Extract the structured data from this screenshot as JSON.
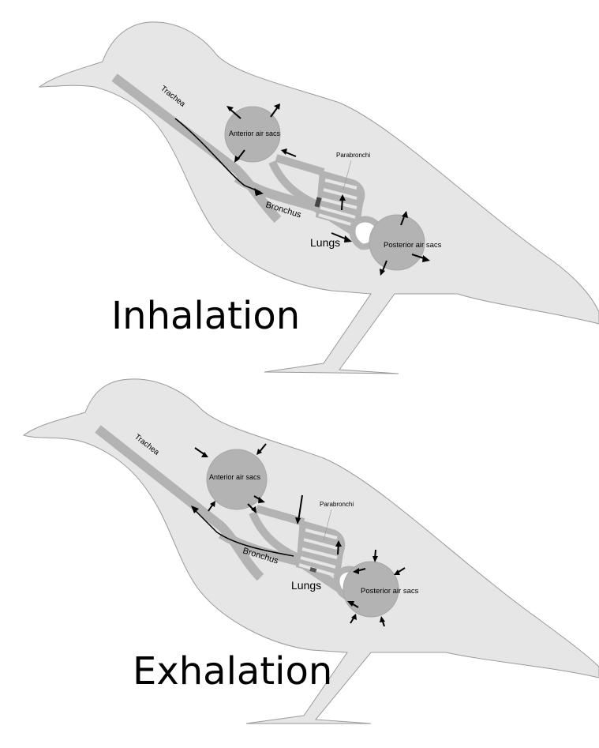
{
  "diagram": {
    "subject": "Avian respiratory system airflow",
    "panels": [
      {
        "title": "Inhalation",
        "labels": {
          "trachea": "Trachea",
          "bronchus": "Bronchus",
          "lungs": "Lungs",
          "parabronchi": "Parabronchi",
          "anterior": "Anterior air sacs",
          "posterior": "Posterior air sacs"
        },
        "arrows": "air sacs expand (arrows outward); air flows down trachea to bronchus, into posterior sacs and through parabronchi into anterior sacs"
      },
      {
        "title": "Exhalation",
        "labels": {
          "trachea": "Trachea",
          "bronchus": "Bronchus",
          "lungs": "Lungs",
          "parabronchi": "Parabronchi",
          "anterior": "Anterior air sacs",
          "posterior": "Posterior air sacs"
        },
        "arrows": "air sacs compress (arrows inward); posterior sac air passes through parabronchi; anterior sac air exits up the trachea"
      }
    ],
    "colors": {
      "bird_body": "#e6e6e6",
      "outline": "#9a9a9a",
      "airway": "#b3b3b3",
      "arrow": "#000000",
      "background": "#ffffff"
    }
  }
}
